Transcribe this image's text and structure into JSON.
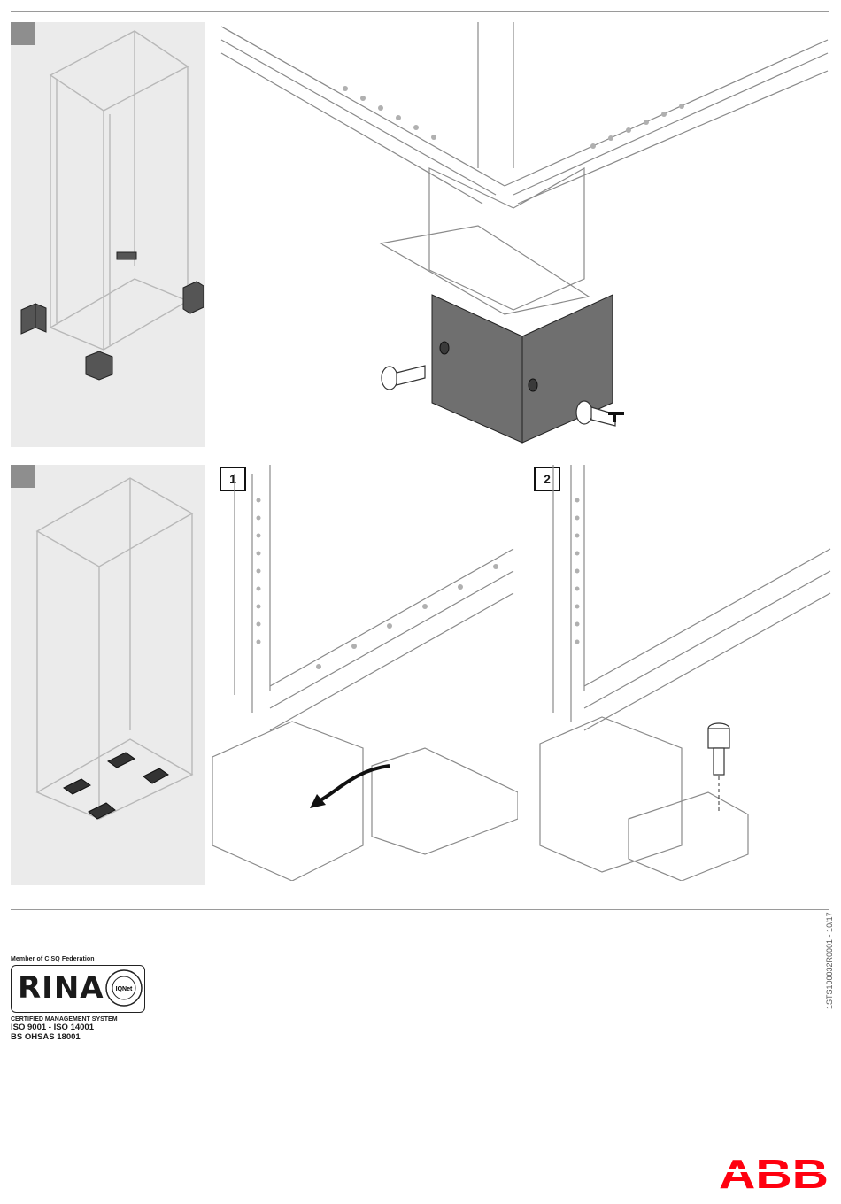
{
  "steps": {
    "step1": "1",
    "step2": "2"
  },
  "certification": {
    "member": "Member of CISQ Federation",
    "rina": "RINA",
    "iqnet": "IQNet",
    "system": "CERTIFIED MANAGEMENT SYSTEM",
    "iso_line1": "ISO 9001 - ISO 14001",
    "iso_line2": "BS OHSAS 18001"
  },
  "doc_code": "1STS100032R0001 - 10/17",
  "brand": "ABB",
  "colors": {
    "panel": "#ebebeb",
    "marker": "#8e8e8e",
    "cover": "#6f6f6f",
    "brand_red": "#ff000f"
  }
}
